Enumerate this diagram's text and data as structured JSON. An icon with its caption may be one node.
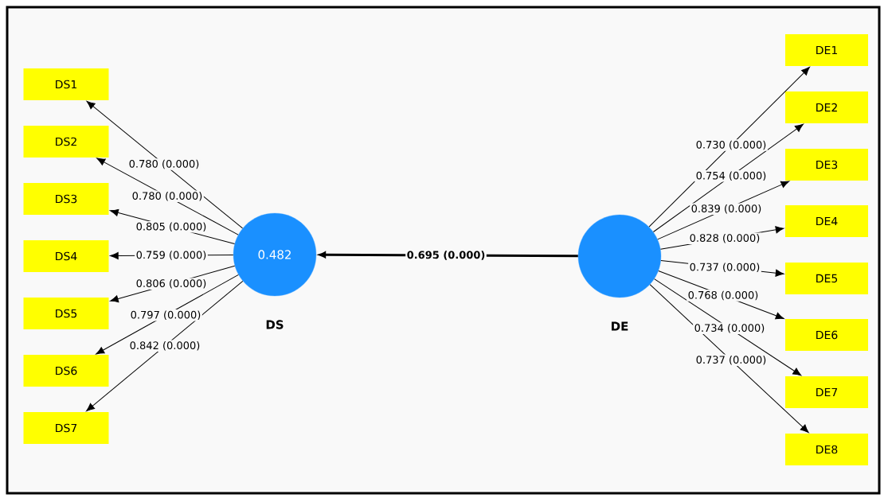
{
  "diagram": {
    "nodes": [
      {
        "text": [
          "DS1"
        ]
      },
      {
        "text": [
          "DS2"
        ]
      },
      {
        "text": [
          "DS3"
        ]
      },
      {
        "text": [
          "DS4"
        ]
      },
      {
        "text": [
          "DS5"
        ]
      },
      {
        "text": [
          "DS6"
        ]
      },
      {
        "text": [
          "DS7"
        ]
      },
      {
        "text": [
          "0.482"
        ],
        "beside": [
          "DS"
        ]
      },
      {
        "text": [],
        "shape": "circle",
        "beside": [
          "DE"
        ]
      },
      {
        "text": [
          "DE1"
        ]
      },
      {
        "text": [
          "DE2"
        ]
      },
      {
        "text": [
          "DE3"
        ]
      },
      {
        "text": [
          "DE4"
        ]
      },
      {
        "text": [
          "DE5"
        ]
      },
      {
        "text": [
          "DE6"
        ]
      },
      {
        "text": [
          "DE7"
        ]
      },
      {
        "text": [
          "DE8"
        ]
      }
    ],
    "edges": [
      {
        "from": 7,
        "to": 0,
        "arrow": "to",
        "label": "0.780 (0.000)"
      },
      {
        "from": 7,
        "to": 1,
        "arrow": "to",
        "label": "0.780 (0.000)"
      },
      {
        "from": 7,
        "to": 2,
        "arrow": "to",
        "label": "0.805 (0.000)"
      },
      {
        "from": 7,
        "to": 3,
        "arrow": "to",
        "label": "0.759 (0.000)"
      },
      {
        "from": 7,
        "to": 4,
        "arrow": "to",
        "label": "0.806 (0.000)"
      },
      {
        "from": 7,
        "to": 5,
        "arrow": "to",
        "label": "0.797 (0.000)"
      },
      {
        "from": 7,
        "to": 6,
        "arrow": "to",
        "label": "0.842 (0.000)"
      },
      {
        "from": 8,
        "to": 7,
        "arrow": "to",
        "label": "0.695 (0.000)",
        "style": "thick"
      },
      {
        "from": 8,
        "to": 9,
        "arrow": "to",
        "label": "0.730 (0.000)"
      },
      {
        "from": 8,
        "to": 10,
        "arrow": "to",
        "label": "0.754 (0.000)"
      },
      {
        "from": 8,
        "to": 11,
        "arrow": "to",
        "label": "0.839 (0.000)"
      },
      {
        "from": 8,
        "to": 12,
        "arrow": "to",
        "label": "0.828 (0.000)"
      },
      {
        "from": 8,
        "to": 13,
        "arrow": "to",
        "label": "0.737 (0.000)"
      },
      {
        "from": 8,
        "to": 14,
        "arrow": "to",
        "label": "0.768 (0.000)"
      },
      {
        "from": 8,
        "to": 15,
        "arrow": "to",
        "label": "0.734 (0.000)"
      },
      {
        "from": 8,
        "to": 16,
        "arrow": "to",
        "label": "0.737 (0.000)"
      }
    ]
  }
}
